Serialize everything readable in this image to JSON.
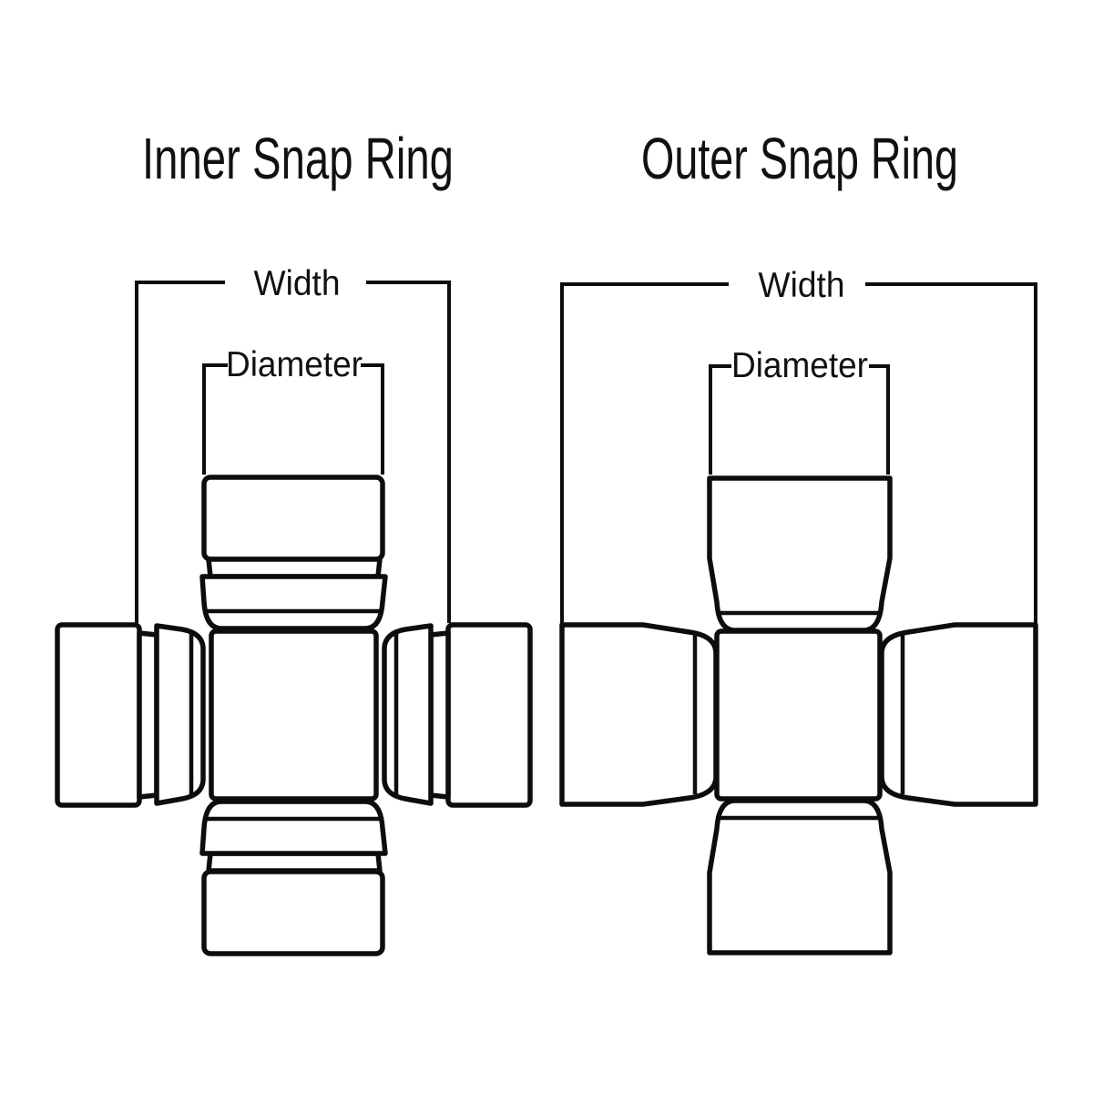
{
  "figure": {
    "background_color": "#ffffff",
    "line_color": "#0d0d0d",
    "diagrams": [
      {
        "title": "Inner Snap Ring",
        "dimension_labels": {
          "width": "Width",
          "diameter": "Diameter"
        }
      },
      {
        "title": "Outer Snap Ring",
        "dimension_labels": {
          "width": "Width",
          "diameter": "Diameter"
        }
      }
    ]
  }
}
